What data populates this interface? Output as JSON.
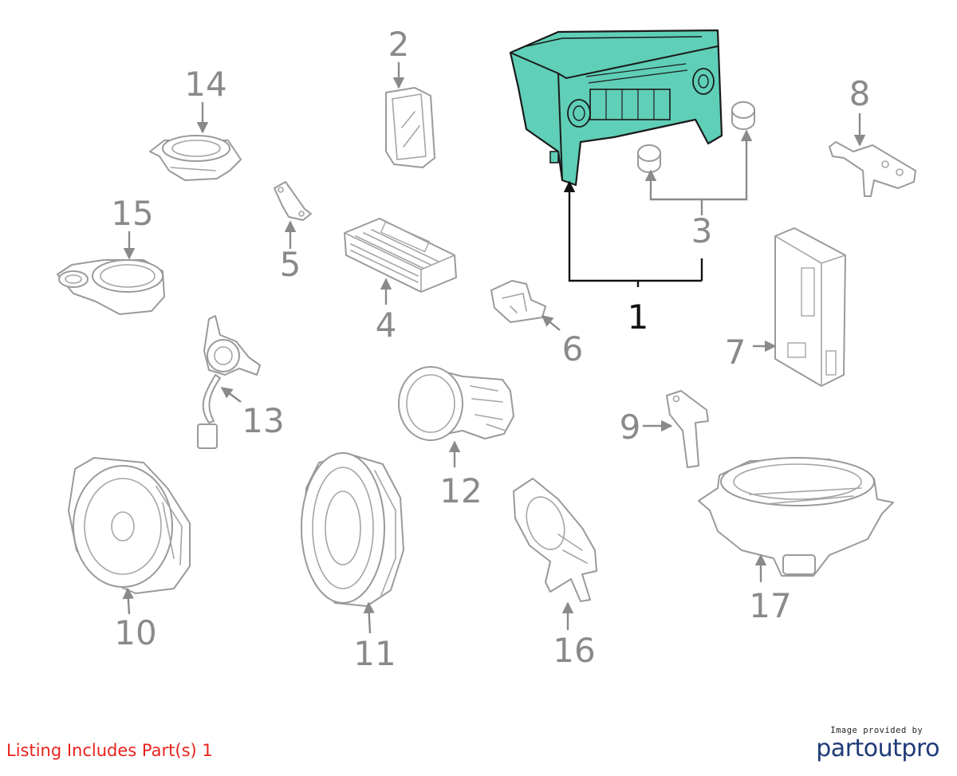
{
  "diagram": {
    "highlight_color": "#5fcfb7",
    "callout_color": "#8a8a8a",
    "active_callout_color": "#111111",
    "callouts": [
      {
        "id": "1",
        "label": "1",
        "active": true
      },
      {
        "id": "2",
        "label": "2"
      },
      {
        "id": "3",
        "label": "3"
      },
      {
        "id": "4",
        "label": "4"
      },
      {
        "id": "5",
        "label": "5"
      },
      {
        "id": "6",
        "label": "6"
      },
      {
        "id": "7",
        "label": "7"
      },
      {
        "id": "8",
        "label": "8"
      },
      {
        "id": "9",
        "label": "9"
      },
      {
        "id": "10",
        "label": "10"
      },
      {
        "id": "11",
        "label": "11"
      },
      {
        "id": "12",
        "label": "12"
      },
      {
        "id": "13",
        "label": "13"
      },
      {
        "id": "14",
        "label": "14"
      },
      {
        "id": "15",
        "label": "15"
      },
      {
        "id": "16",
        "label": "16"
      },
      {
        "id": "17",
        "label": "17"
      }
    ]
  },
  "footer": {
    "listing_text": "Listing Includes Part(s) 1",
    "listing_color": "#e8231d",
    "credit_small": "Image provided by",
    "credit_brand": "partoutpro",
    "brand_color": "#1f3a78"
  }
}
